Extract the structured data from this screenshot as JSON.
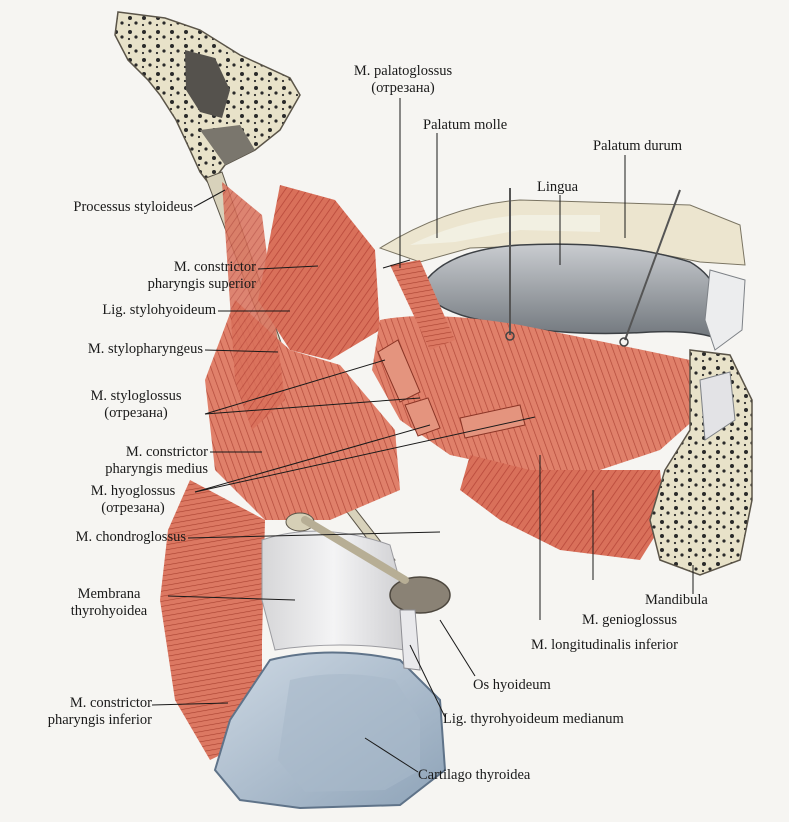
{
  "labels": {
    "processus_styloideus": "Processus styloideus",
    "constrictor_superior_1": "M. constrictor",
    "constrictor_superior_2": "pharyngis superior",
    "lig_stylohyoideum": "Lig. stylohyoideum",
    "stylopharyngeus": "M. stylopharyngeus",
    "styloglossus_1": "M. styloglossus",
    "styloglossus_2": "(отрезана)",
    "constrictor_medius_1": "M. constrictor",
    "constrictor_medius_2": "pharyngis medius",
    "hyoglossus_1": "M. hyoglossus",
    "hyoglossus_2": "(отрезана)",
    "chondroglossus": "M. chondroglossus",
    "membrana_1": "Membrana",
    "membrana_2": "thyrohyoidea",
    "constrictor_inferior_1": "M. constrictor",
    "constrictor_inferior_2": "pharyngis inferior",
    "palatoglossus_1": "M. palatoglossus",
    "palatoglossus_2": "(отрезана)",
    "palatum_molle": "Palatum molle",
    "palatum_durum": "Palatum durum",
    "lingua": "Lingua",
    "mandibula": "Mandibula",
    "genioglossus": "M. genioglossus",
    "longitudinalis_inferior": "M. longitudinalis inferior",
    "os_hyoideum": "Os hyoideum",
    "lig_thyrohyoideum_medianum": "Lig. thyrohyoideum medianum",
    "cartilago_thyroidea": "Cartilago thyroidea"
  },
  "colors": {
    "muscle": "#d9705a",
    "muscle_dark": "#b8483a",
    "muscle_light": "#eda48e",
    "bone": "#e8e2c9",
    "bone_dark": "#8c8472",
    "cartilage": "#b8c7d6",
    "cartilage_dark": "#7f93a8",
    "membrane": "#e8e8ea",
    "tongue": "#9ea3a8",
    "leader": "#1a1a1a"
  }
}
